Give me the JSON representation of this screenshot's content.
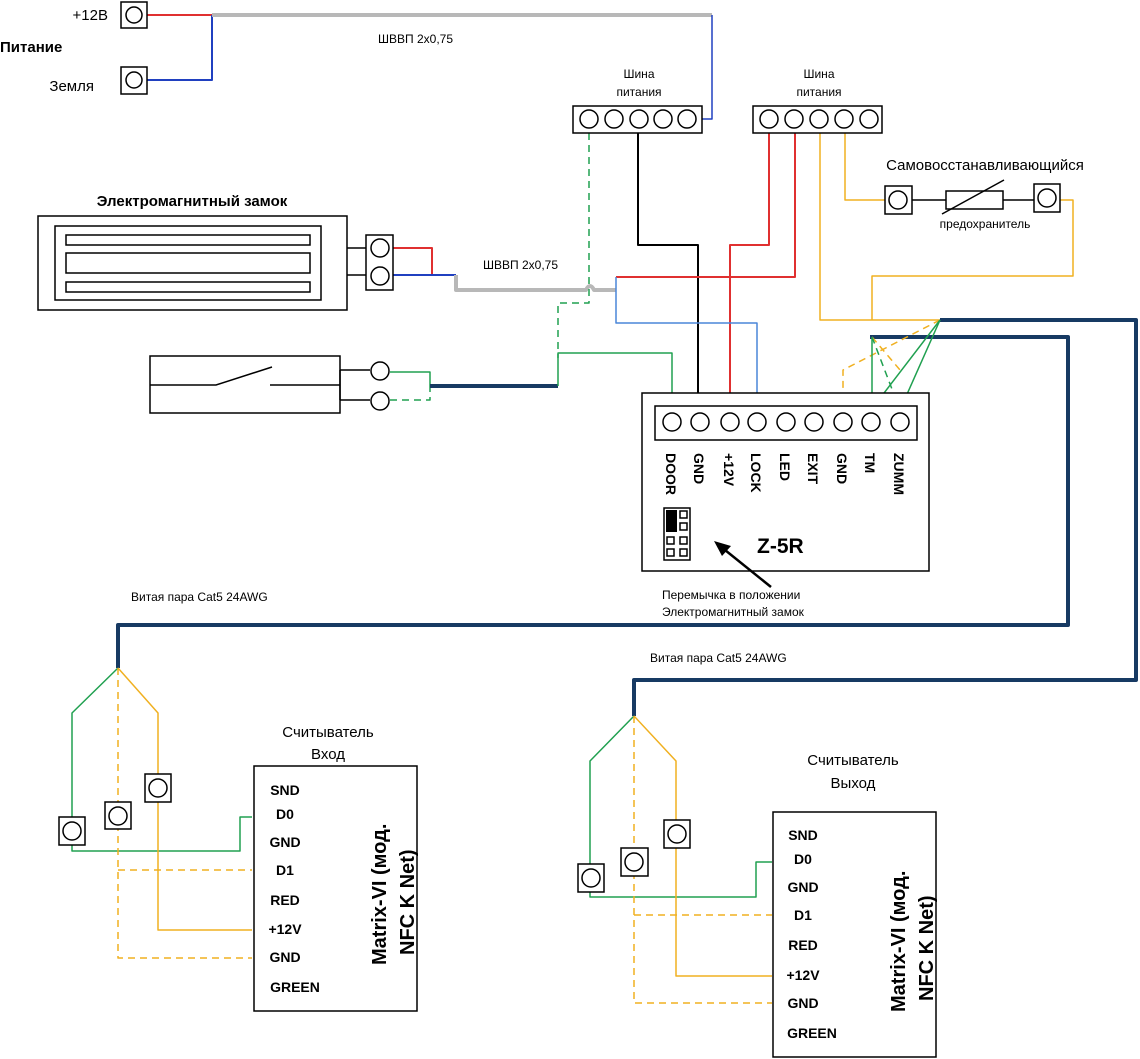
{
  "power": {
    "plus_label": "+12В",
    "title": "Питание",
    "ground_label": "Земля"
  },
  "cables": {
    "power_cable": "ШВВП 2х0,75",
    "lock_cable": "ШВВП 2х0,75",
    "reader_cable_in": "Витая пара Cat5 24AWG",
    "reader_cable_out": "Витая пара Cat5 24AWG"
  },
  "bus_left": {
    "line1": "Шина",
    "line2": "питания"
  },
  "bus_right": {
    "line1": "Шина",
    "line2": "питания"
  },
  "fuse": {
    "line1": "Самовосстанавливающийся",
    "line2": "предохранитель"
  },
  "lock": {
    "title": "Электромагнитный замок"
  },
  "controller": {
    "model": "Z-5R",
    "terminals": [
      "DOOR",
      "GND",
      "+12V",
      "LOCK",
      "LED",
      "EXIT",
      "GND",
      "TM",
      "ZUMM"
    ],
    "jumper_note_1": "Перемычка в положении",
    "jumper_note_2": "Электромагнитный замок"
  },
  "reader_in": {
    "caption_1": "Считыватель",
    "caption_2": "Вход",
    "model_1": "Matrix-VI (мод.",
    "model_2": "NFC K Net)",
    "pins": [
      "SND",
      "D0",
      "GND",
      "D1",
      "RED",
      "+12V",
      "GND",
      "GREEN"
    ]
  },
  "reader_out": {
    "caption_1": "Считыватель",
    "caption_2": "Выход",
    "model_1": "Matrix-VI (мод.",
    "model_2": "NFC K Net)",
    "pins": [
      "SND",
      "D0",
      "GND",
      "D1",
      "RED",
      "+12V",
      "GND",
      "GREEN"
    ]
  },
  "colors": {
    "red": "#e03030",
    "blue": "#2040c0",
    "gray": "#b8b8b8",
    "green": "#20a050",
    "yellow": "#f0b020",
    "black": "#000000",
    "light_blue": "#4a86d8",
    "navy": "#173a63"
  }
}
